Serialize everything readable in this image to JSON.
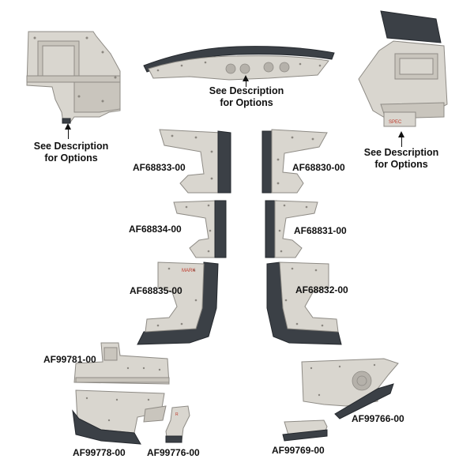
{
  "callouts": {
    "left": {
      "line1": "See Description",
      "line2": "for Options"
    },
    "center": {
      "line1": "See Description",
      "line2": "for Options"
    },
    "right": {
      "line1": "See Description",
      "line2": "for Options"
    }
  },
  "parts": {
    "af68833": "AF68833-00",
    "af68830": "AF68830-00",
    "af68834": "AF68834-00",
    "af68831": "AF68831-00",
    "af68835": "AF68835-00",
    "af68832": "AF68832-00",
    "af99781": "AF99781-00",
    "af99778": "AF99778-00",
    "af99776": "AF99776-00",
    "af99766": "AF99766-00",
    "af99769": "AF99769-00"
  },
  "colors": {
    "metal": "#d9d6cf",
    "rubber": "#3b4046",
    "text": "#111111"
  }
}
